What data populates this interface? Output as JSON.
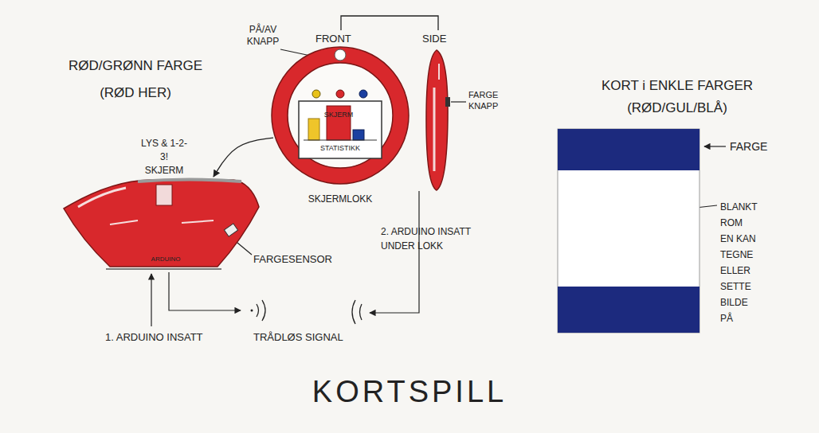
{
  "diagram": {
    "title": "KORTSPILL",
    "nodes": [
      {
        "text": [
          "ARDUINO"
        ]
      },
      {
        "text": [
          "SKJERMLOKK"
        ]
      },
      {
        "text": [
          "SKJERM",
          "STATISTIKK"
        ],
        "in": 1
      },
      {
        "text": [
          "KORT i ENKLE FARGER (RØD/GUL/BLÅ)"
        ]
      }
    ],
    "edges": [
      {
        "from": 1,
        "to": 0,
        "arrow": "to"
      }
    ],
    "labels": [
      "RØD/GRØNN FARGE (RØD HER)",
      "LYS & 1-2-3! SKJERM",
      "FARGESENSOR",
      "1. ARDUINO INSATT",
      "TRÅDLØS SIGNAL",
      "PÅ/AV KNAPP",
      "FRONT",
      "SIDE",
      "FARGE KNAPP",
      "2. ARDUINO INSATT UNDER LOKK",
      "FARGE",
      "BLANKT ROM EN KAN TEGNE ELLER SETTE BILDE PÅ"
    ]
  }
}
